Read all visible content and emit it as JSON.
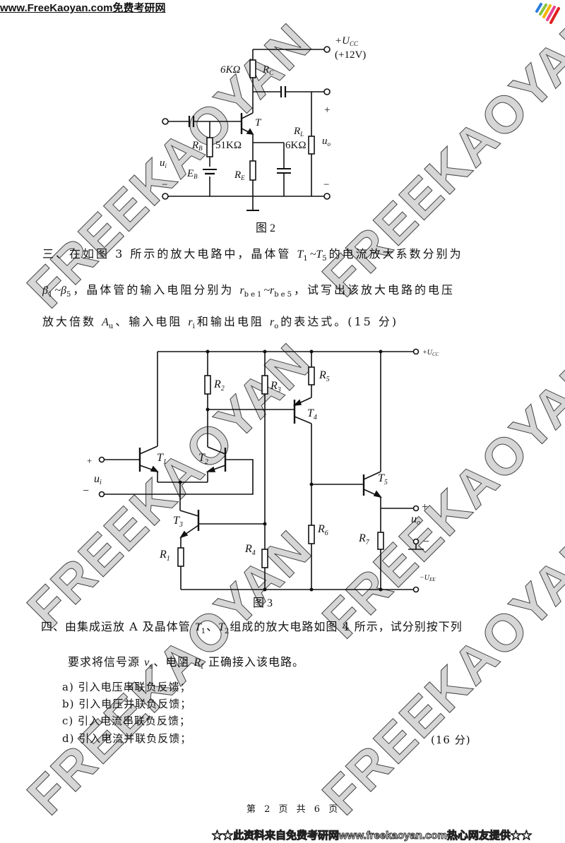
{
  "header": {
    "site": "www.FreeKaoyan.com免费考研网"
  },
  "watermark": "FREEKAOYAN",
  "fig2": {
    "vcc": "+U",
    "vcc_sub": "CC",
    "vcc_value": "(+12V)",
    "rc_value": "6KΩ",
    "rc": "R",
    "rc_sub": "C",
    "t": "T",
    "rb": "R",
    "rb_sub": "B",
    "rb_value": "51KΩ",
    "rl": "R",
    "rl_sub": "L",
    "rl_value": "6KΩ",
    "re": "R",
    "re_sub": "E",
    "eb": "E",
    "eb_sub": "B",
    "ui": "u",
    "ui_sub": "i",
    "uo": "u",
    "uo_sub": "o",
    "plus": "+",
    "minus": "−",
    "caption": "图 2"
  },
  "q3": {
    "line1": [
      {
        "t": "三、在如图 3 所示的放大电路中，晶体管 "
      },
      {
        "t": "T",
        "i": true
      },
      {
        "t": "1",
        "sub": true
      },
      {
        "t": "~",
        "i": true
      },
      {
        "t": "T",
        "i": true
      },
      {
        "t": "5",
        "sub": true
      },
      {
        "t": "的电流放大系数分别为"
      }
    ],
    "line2": [
      {
        "t": "β",
        "i": true
      },
      {
        "t": "1",
        "sub": true
      },
      {
        "t": "~",
        "i": true
      },
      {
        "t": "β",
        "i": true
      },
      {
        "t": "5",
        "sub": true
      },
      {
        "t": "，晶体管的输入电阻分别为 "
      },
      {
        "t": "r",
        "i": true
      },
      {
        "t": "be1",
        "sub": true
      },
      {
        "t": "~",
        "i": true
      },
      {
        "t": "r",
        "i": true
      },
      {
        "t": "be5",
        "sub": true
      },
      {
        "t": "，试写出该放大电路的电压"
      }
    ],
    "line3": [
      {
        "t": "放大倍数 "
      },
      {
        "t": "A",
        "i": true
      },
      {
        "t": "u",
        "sub": true
      },
      {
        "t": "、输入电阻 "
      },
      {
        "t": "r",
        "i": true
      },
      {
        "t": "i",
        "sub": true
      },
      {
        "t": "和输出电阻 "
      },
      {
        "t": "r",
        "i": true
      },
      {
        "t": "o",
        "sub": true
      },
      {
        "t": "的表达式。(15 分)"
      }
    ]
  },
  "fig3": {
    "vcc": "+U",
    "vcc_sub": "CC",
    "vee": "−U",
    "vee_sub": "EE",
    "r1": "R",
    "r1_sub": "1",
    "r2": "R",
    "r2_sub": "2",
    "r3": "R",
    "r3_sub": "3",
    "r4": "R",
    "r4_sub": "4",
    "r5": "R",
    "r5_sub": "5",
    "r6": "R",
    "r6_sub": "6",
    "r7": "R",
    "r7_sub": "7",
    "t1": "T",
    "t1_sub": "1",
    "t2": "T",
    "t2_sub": "2",
    "t3": "T",
    "t3_sub": "3",
    "t4": "T",
    "t4_sub": "4",
    "t5": "T",
    "t5_sub": "5",
    "ui": "u",
    "ui_sub": "i",
    "uo": "u",
    "uo_sub": "o",
    "plus": "+",
    "minus": "−",
    "caption": "图 3"
  },
  "q4": {
    "line1": [
      {
        "t": "四、由集成运放 A 及晶体管 "
      },
      {
        "t": "T",
        "i": true
      },
      {
        "t": "1",
        "sub": true
      },
      {
        "t": "、",
        "i": false
      },
      {
        "t": "T",
        "i": true
      },
      {
        "t": "2",
        "sub": true
      },
      {
        "t": "组成的放大电路如图 4 所示，试分别按下列"
      }
    ],
    "line2": [
      {
        "t": "要求将信号源 "
      },
      {
        "t": "v",
        "i": true
      },
      {
        "t": "s",
        "sub": true
      },
      {
        "t": "、电阻 "
      },
      {
        "t": "R",
        "i": true
      },
      {
        "t": "f",
        "sub": true
      },
      {
        "t": " 正确接入该电路。"
      }
    ],
    "items": [
      "a)  引入电压串联负反馈；",
      "b)  引入电压并联负反馈；",
      "c)  引入电流串联负反馈；",
      "d)  引入电流并联负反馈；"
    ],
    "score": "(16 分)"
  },
  "footer": {
    "page": "第 2 页 共 6 页"
  },
  "banner": "★★此资料来自免费考研网www.freekaoyan.com热心网友提供★★"
}
